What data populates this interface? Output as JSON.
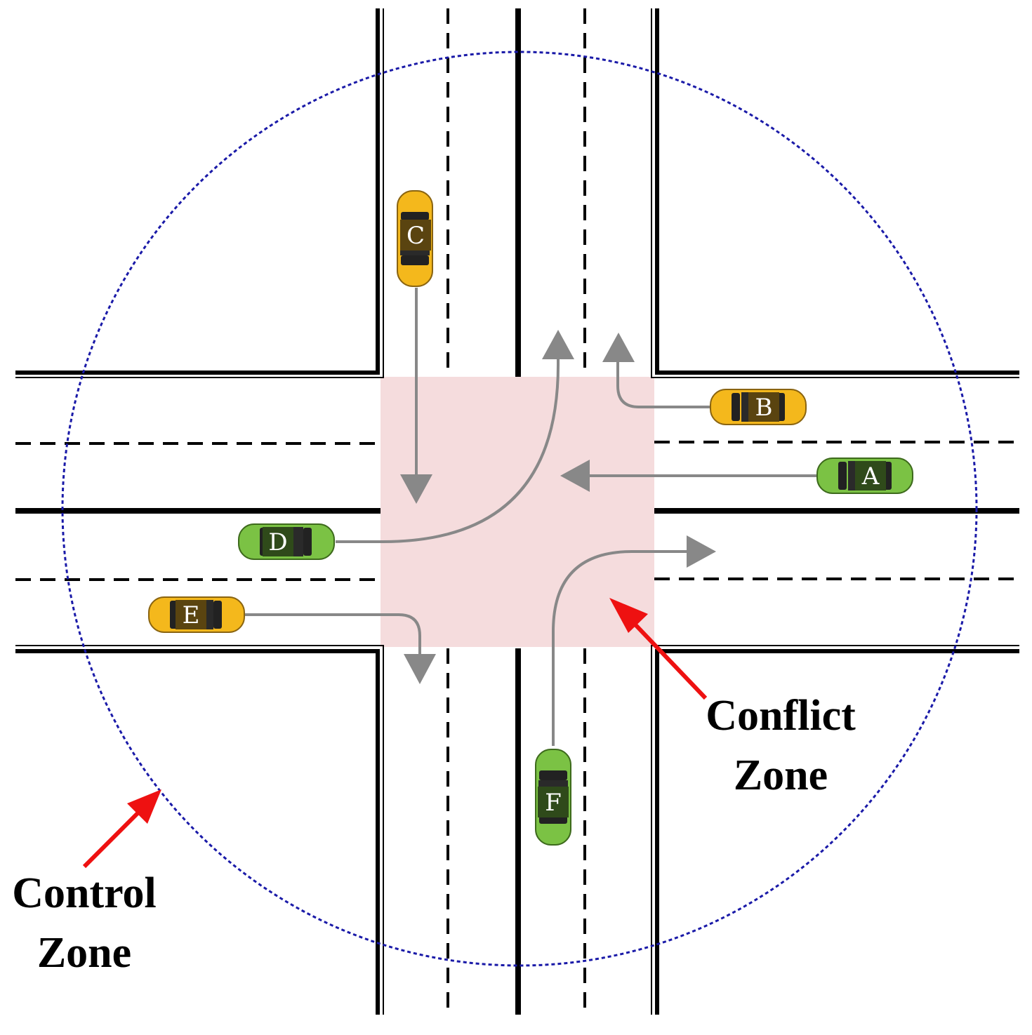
{
  "labels": {
    "conflict_zone_line1": "Conflict",
    "conflict_zone_line2": "Zone",
    "control_zone_line1": "Control",
    "control_zone_line2": "Zone"
  },
  "vehicles": [
    {
      "id": "A",
      "color": "green",
      "maneuver": "straight"
    },
    {
      "id": "B",
      "color": "yellow",
      "maneuver": "right-turn"
    },
    {
      "id": "C",
      "color": "yellow",
      "maneuver": "straight"
    },
    {
      "id": "D",
      "color": "green",
      "maneuver": "left-turn"
    },
    {
      "id": "E",
      "color": "yellow",
      "maneuver": "right-turn"
    },
    {
      "id": "F",
      "color": "green",
      "maneuver": "right-turn"
    }
  ],
  "colors": {
    "conflict_zone_fill": "#f5dcdd",
    "control_zone_circle": "#1a1aa8",
    "callout_arrow": "#ee1111",
    "path_arrow": "#888888",
    "car_yellow": "#f4b81c",
    "car_green": "#7bc244",
    "road_line": "#000000"
  }
}
